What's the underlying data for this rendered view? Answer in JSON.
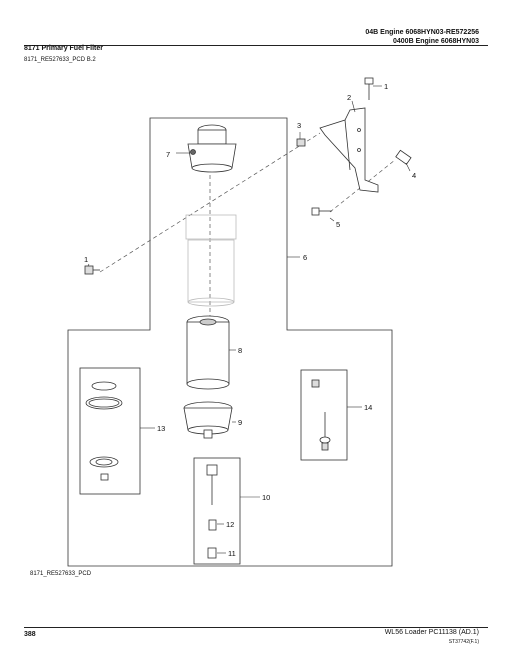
{
  "header": {
    "line1": "04B Engine 6068HYN03-RE572256",
    "line2": "0400B Engine 6068HYN03"
  },
  "section": {
    "title": "8171 Primary Fuel Filter",
    "ref": "8171_RE527633_PCD B.2"
  },
  "diagram": {
    "callouts": [
      "1",
      "2",
      "3",
      "4",
      "5",
      "6",
      "7",
      "8",
      "9",
      "10",
      "11",
      "12",
      "13",
      "14",
      "1"
    ]
  },
  "footer": {
    "image_ref": "8171_RE527633_PCD",
    "page_number": "388",
    "model": "WL56 Loader   PC11138   (AD.1)",
    "doc_id": "ST37742(F.1)"
  }
}
